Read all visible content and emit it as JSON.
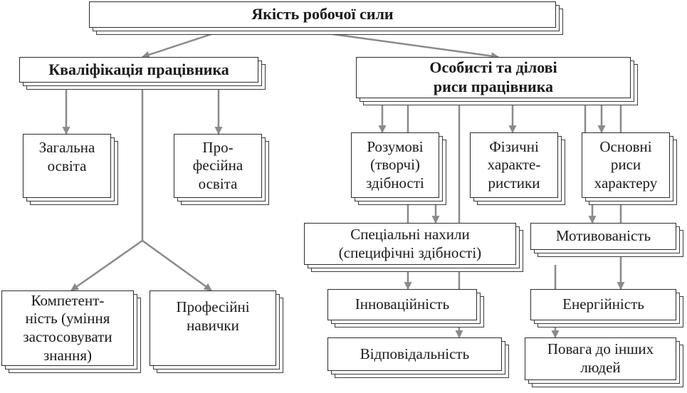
{
  "title": "Якість робочої сили",
  "branches": {
    "qualification": "Кваліфікація працівника",
    "traits": "Особисті та ділові\nриси працівника"
  },
  "qualification_items": {
    "general_education": "Загальна\nосвіта",
    "professional_education": "Про-\nфесійна\nосвіта",
    "competence": "Компетент-\nність (уміння\nзастосовувати\nзнання)",
    "professional_skills": "Професійні\nнавички"
  },
  "trait_items": {
    "mental_abilities": "Розумові\n(творчі)\nздібності",
    "physical": "Фізичні\nхаракте-\nристики",
    "character": "Основні\nриси\nхарактеру",
    "special": "Спеціальні нахили\n(специфічні здібності)",
    "motivation": "Мотивованість",
    "innovation": "Інноваційність",
    "energy": "Енергійність",
    "responsibility": "Відповідальність",
    "respect": "Повага до інших\nлюдей"
  },
  "colors": {
    "border": "#2b2b2b",
    "connector": "#8a8a8a",
    "text": "#1a1a1a"
  }
}
